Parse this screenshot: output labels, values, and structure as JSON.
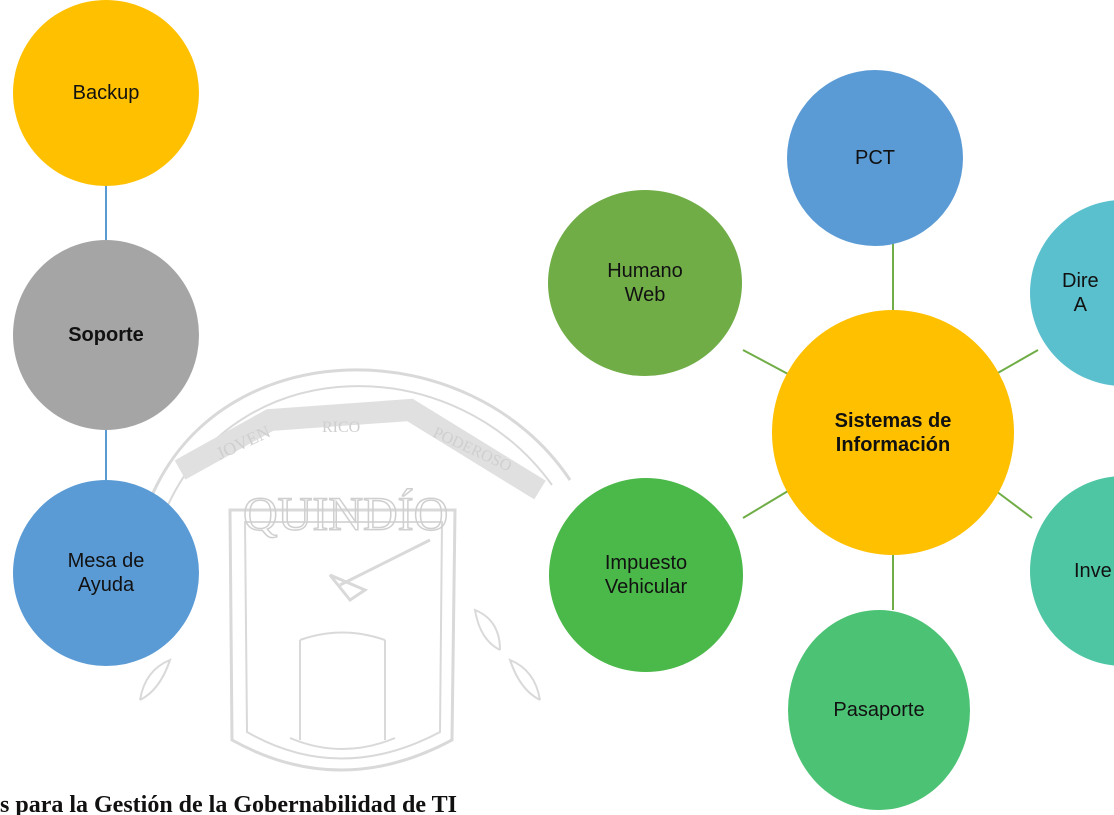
{
  "watermark": {
    "banner_left": "JOVEN",
    "banner_center": "RICO",
    "banner_right": "PODEROSO",
    "title": "QUINDÍO"
  },
  "left_diagram": {
    "nodes": {
      "backup": {
        "label": "Backup",
        "color": "#FFC000"
      },
      "soporte": {
        "label": "Soporte",
        "color": "#A5A5A5"
      },
      "mesa": {
        "label": "Mesa de\nAyuda",
        "color": "#5B9BD5"
      }
    },
    "connector_color": "#5B9BD5"
  },
  "right_diagram": {
    "center": {
      "label": "Sistemas de\nInformación",
      "color": "#FFC000"
    },
    "nodes": {
      "pct": {
        "label": "PCT",
        "color": "#5B9BD5"
      },
      "direccionamiento": {
        "label": "Dire\nA",
        "color": "#5BC0CE"
      },
      "inventario": {
        "label": "Inve",
        "color": "#4EC6A4"
      },
      "pasaporte": {
        "label": "Pasaporte",
        "color": "#4CC274"
      },
      "impuesto": {
        "label": "Impuesto\nVehicular",
        "color": "#4BB84A"
      },
      "humano": {
        "label": "Humano\nWeb",
        "color": "#70AD47"
      }
    },
    "connector_color": "#70AD47"
  },
  "footer": {
    "text": "s para la Gestión de la Gobernabilidad de TI"
  }
}
